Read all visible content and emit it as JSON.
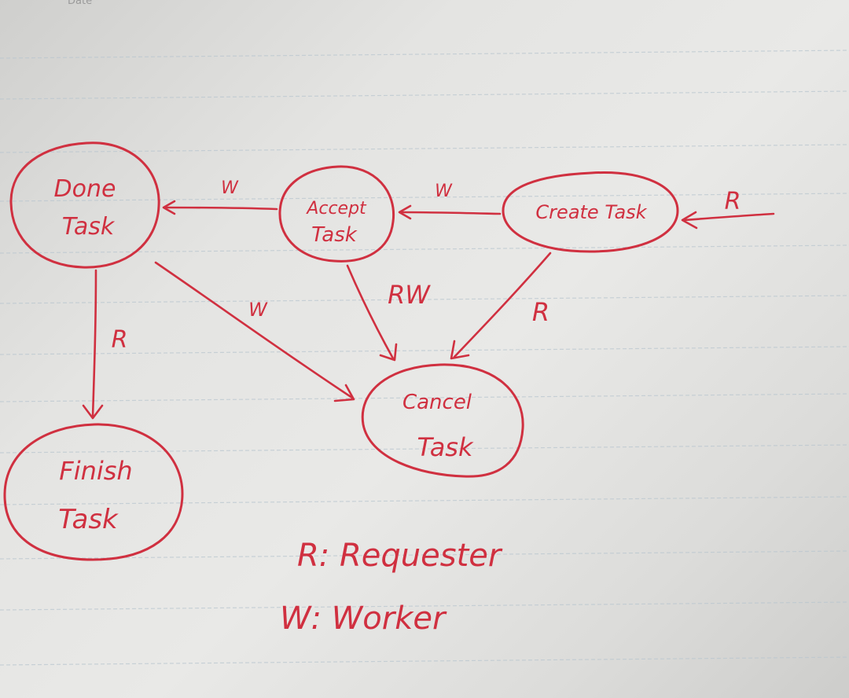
{
  "page": {
    "corner_text": "Date",
    "ink_color": "#d03040",
    "line_color": "#b9c6cf"
  },
  "nodes": {
    "done_task": {
      "line1": "Done",
      "line2": "Task"
    },
    "accept_task": {
      "line1": "Accept",
      "line2": "Task"
    },
    "create_task": {
      "line1": "Create Task"
    },
    "cancel_task": {
      "line1": "Cancel",
      "line2": "Task"
    },
    "finish_task": {
      "line1": "Finish",
      "line2": "Task"
    }
  },
  "edges": {
    "accept_to_done": {
      "label": "W",
      "from": "Accept Task",
      "to": "Done Task"
    },
    "create_to_accept": {
      "label": "W",
      "from": "Create Task",
      "to": "Accept Task"
    },
    "external_to_create": {
      "label": "R",
      "from": "",
      "to": "Create Task"
    },
    "accept_to_cancel": {
      "label": "RW",
      "from": "Accept Task",
      "to": "Cancel Task"
    },
    "create_to_cancel": {
      "label": "R",
      "from": "Create Task",
      "to": "Cancel Task"
    },
    "done_to_cancel": {
      "label": "W",
      "from": "Done Task",
      "to": "Cancel Task"
    },
    "done_to_finish": {
      "label": "R",
      "from": "Done Task",
      "to": "Finish Task"
    }
  },
  "legend": {
    "requester": "R: Requester",
    "worker": "W: Worker"
  }
}
